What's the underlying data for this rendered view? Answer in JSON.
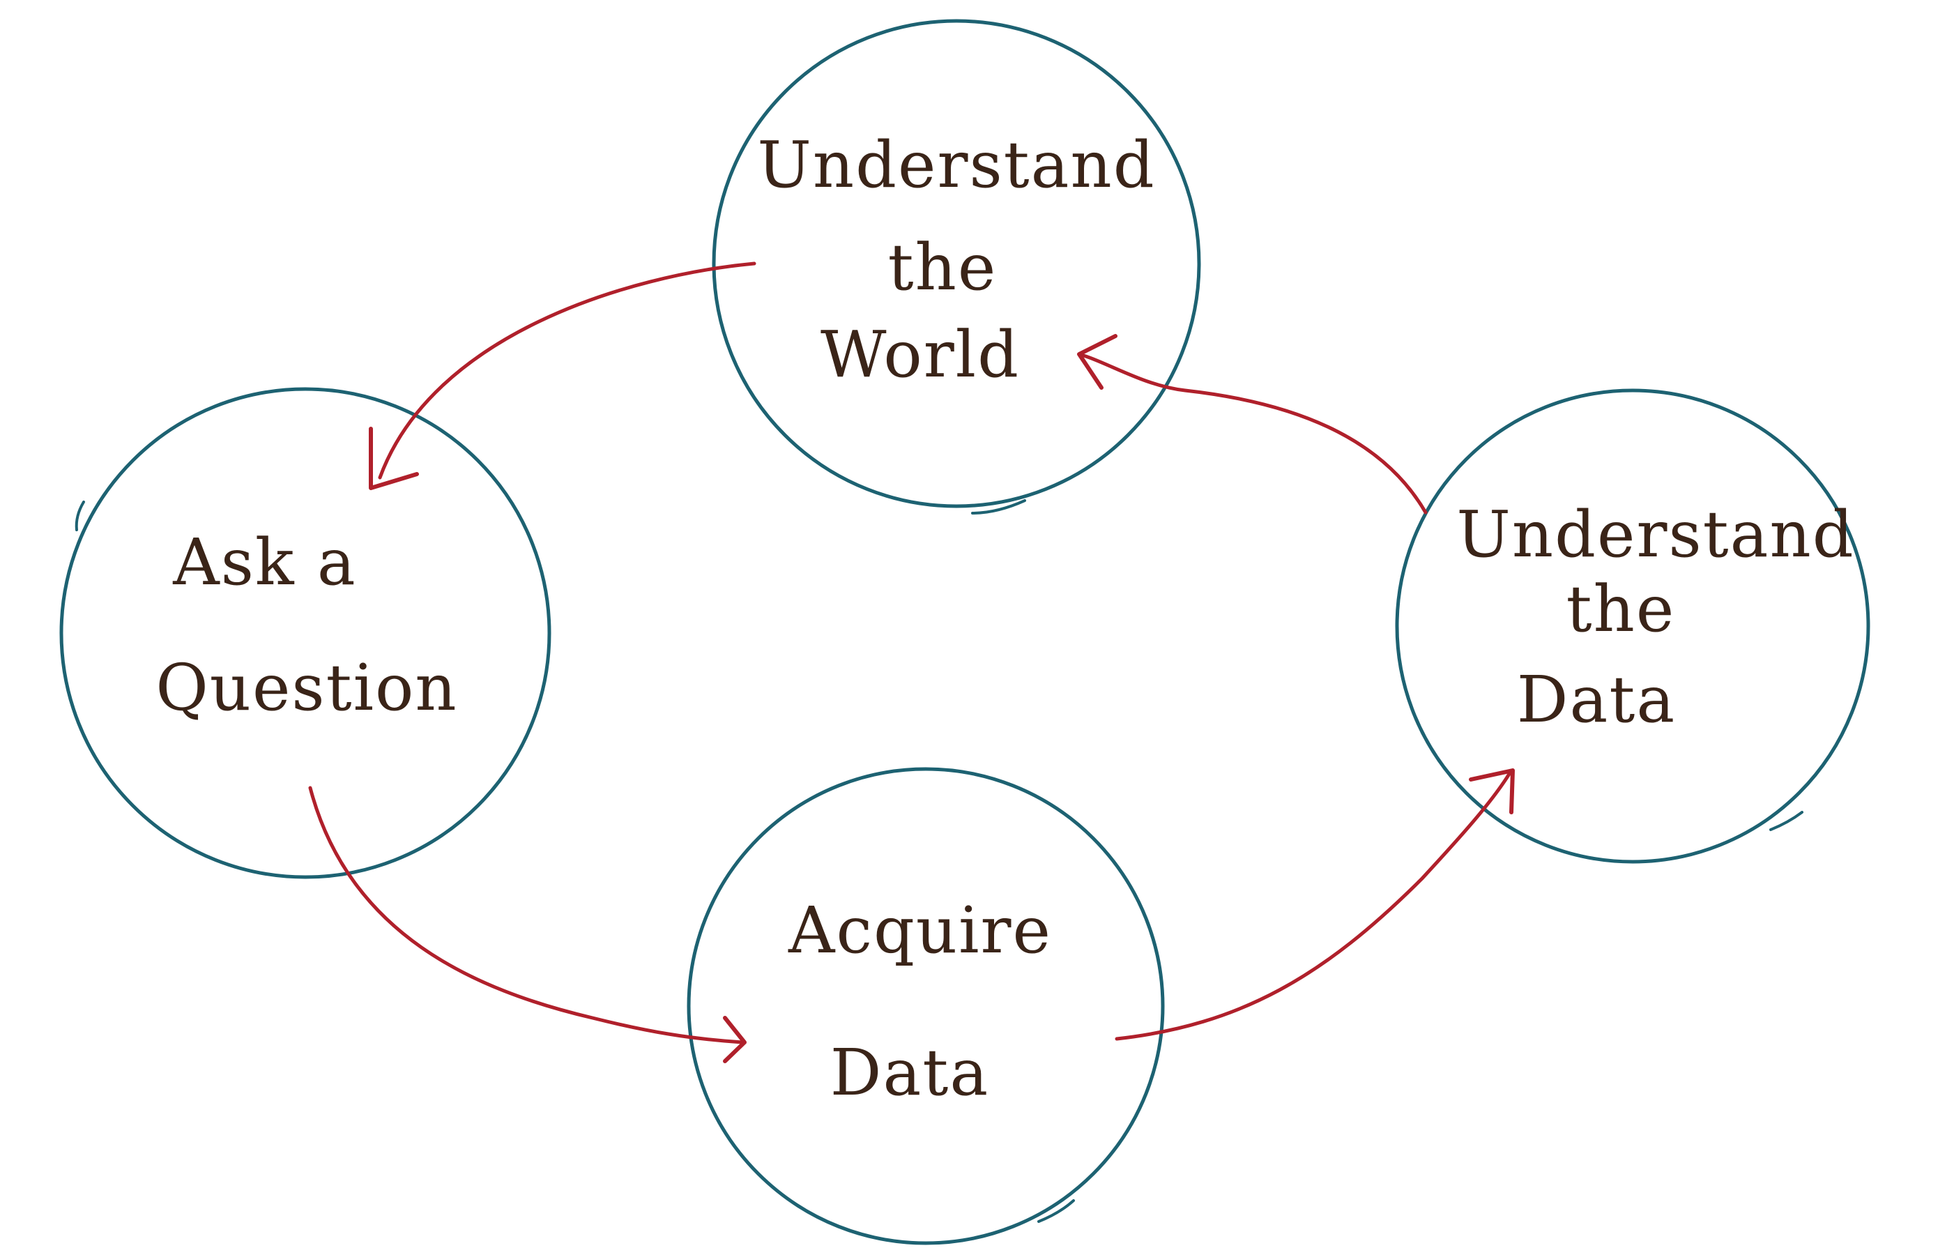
{
  "colors": {
    "circle_stroke": "#1d6272",
    "arrow_stroke": "#b0202b",
    "label_text": "#3a2418",
    "background": "#ffffff"
  },
  "nodes": {
    "understand_world": {
      "line1": "Understand",
      "line2": "the",
      "line3": "World"
    },
    "ask_question": {
      "line1": "Ask a",
      "line2": "Question"
    },
    "acquire_data": {
      "line1": "Acquire",
      "line2": "Data"
    },
    "understand_data": {
      "line1": "Understand",
      "line2": "the",
      "line3": "Data"
    }
  },
  "arrows": [
    {
      "from": "Understand the World",
      "to": "Ask a Question"
    },
    {
      "from": "Ask a Question",
      "to": "Acquire Data"
    },
    {
      "from": "Acquire Data",
      "to": "Understand the Data"
    },
    {
      "from": "Understand the Data",
      "to": "Understand the World"
    }
  ]
}
